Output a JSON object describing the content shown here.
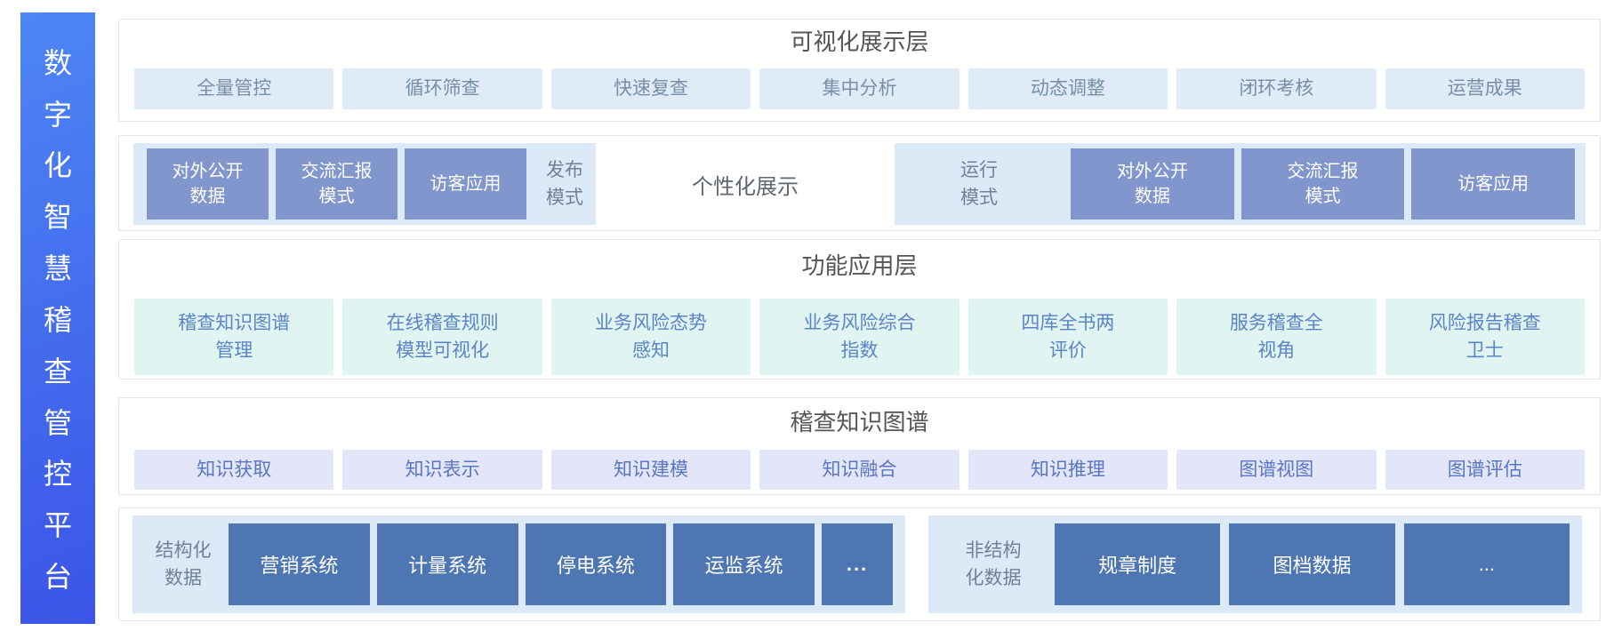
{
  "platform": {
    "title": "数字化智慧稽查管控平台",
    "title_chars": [
      "数",
      "字",
      "化",
      "智",
      "慧",
      "稽",
      "查",
      "管",
      "控",
      "平",
      "台"
    ]
  },
  "visualization": {
    "title": "可视化展示层",
    "items": [
      "全量管控",
      "循环筛查",
      "快速复查",
      "集中分析",
      "动态调整",
      "闭环考核",
      "运营成果"
    ]
  },
  "modes": {
    "publish": {
      "boxes": [
        "对外公开\n数据",
        "交流汇报\n模式",
        "访客应用"
      ],
      "label": "发布\n模式"
    },
    "center_label": "个性化展示",
    "run": {
      "label": "运行\n模式",
      "boxes": [
        "对外公开\n数据",
        "交流汇报\n模式",
        "访客应用"
      ]
    }
  },
  "function_layer": {
    "title": "功能应用层",
    "items": [
      "稽查知识图谱\n管理",
      "在线稽查规则\n模型可视化",
      "业务风险态势\n感知",
      "业务风险综合\n指数",
      "四库全书两\n评价",
      "服务稽查全\n视角",
      "风险报告稽查\n卫士"
    ]
  },
  "knowledge_graph": {
    "title": "稽查知识图谱",
    "items": [
      "知识获取",
      "知识表示",
      "知识建模",
      "知识融合",
      "知识推理",
      "图谱视图",
      "图谱评估"
    ]
  },
  "data_layer": {
    "structured": {
      "label": "结构化\n数据",
      "boxes": [
        "营销系统",
        "计量系统",
        "停电系统",
        "运监系统",
        "..."
      ]
    },
    "unstructured": {
      "label": "非结构\n化数据",
      "boxes": [
        "规章制度",
        "图档数据",
        "..."
      ]
    }
  },
  "colors": {
    "sidebar_gradient_start": "#4e86f4",
    "sidebar_gradient_end": "#3b54e8",
    "border": "#e4e4e7",
    "panel_bg": "#dceaf8",
    "mode_box_bg": "#8196cc",
    "system_box_bg": "#4d76b3",
    "viz_chip_bg": "#dfecf8",
    "viz_chip_text": "#778ea6",
    "func_chip_bg": "#e0f4f1",
    "func_chip_text": "#5c83c6",
    "kg_chip_bg": "#e3e6f8",
    "kg_chip_text": "#5a75c3",
    "title_text": "#555555",
    "label_text": "#6f8295"
  }
}
